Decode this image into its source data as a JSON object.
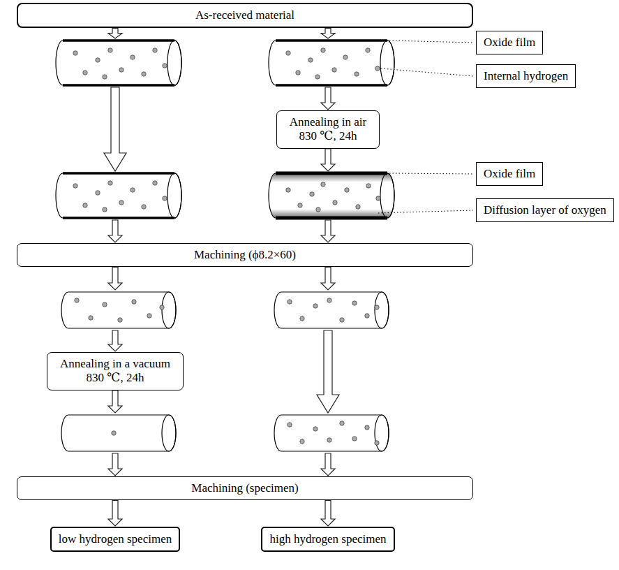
{
  "diagram": {
    "nodes": [
      {
        "text": [
          "As-received material"
        ]
      },
      {
        "text": [
          "Oxide film"
        ]
      },
      {
        "text": [
          "Internal hydrogen"
        ]
      },
      {
        "text": [
          "Annealing in air 830 ℃, 24h"
        ]
      },
      {
        "text": [
          "Oxide film"
        ]
      },
      {
        "text": [
          "Diffusion layer of oxygen"
        ]
      },
      {
        "text": [
          "Machining (ϕ8.2×60)"
        ]
      },
      {
        "text": [
          "Annealing in a vacuum 830 ℃, 24h"
        ]
      },
      {
        "text": [
          "Machining (specimen)"
        ]
      },
      {
        "text": [
          "low hydrogen specimen"
        ]
      },
      {
        "text": [
          "high hydrogen specimen"
        ]
      }
    ],
    "edges": [
      {
        "from": 0,
        "to": 3,
        "arrow": "to"
      },
      {
        "from": 0,
        "to": 6,
        "arrow": "to"
      },
      {
        "from": 3,
        "to": 6,
        "arrow": "to"
      },
      {
        "from": 6,
        "to": 7,
        "arrow": "to"
      },
      {
        "from": 6,
        "to": 8,
        "arrow": "to"
      },
      {
        "from": 7,
        "to": 8,
        "arrow": "to"
      },
      {
        "from": 8,
        "to": 9,
        "arrow": "to"
      },
      {
        "from": 8,
        "to": 10,
        "arrow": "to"
      }
    ]
  }
}
